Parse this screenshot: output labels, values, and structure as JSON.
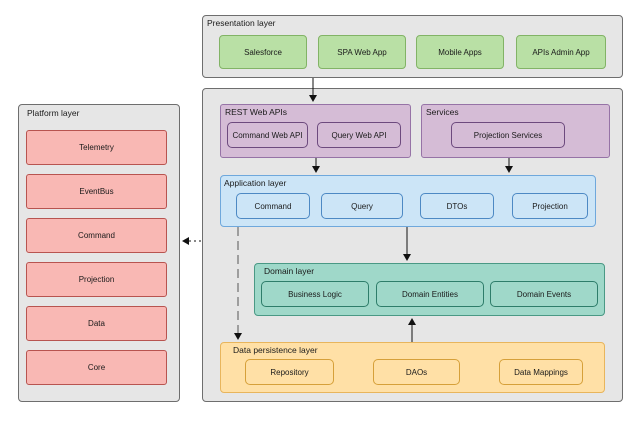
{
  "presentation": {
    "title": "Presentation layer",
    "items": [
      "Salesforce",
      "SPA Web App",
      "Mobile Apps",
      "APIs Admin App"
    ]
  },
  "platform": {
    "title": "Platform layer",
    "items": [
      "Telemetry",
      "EventBus",
      "Command",
      "Projection",
      "Data",
      "Core"
    ]
  },
  "rest_apis": {
    "title": "REST Web APIs",
    "items": [
      "Command Web API",
      "Query Web API"
    ]
  },
  "services": {
    "title": "Services",
    "items": [
      "Projection Services"
    ]
  },
  "application": {
    "title": "Application layer",
    "items": [
      "Command",
      "Query",
      "DTOs",
      "Projection"
    ]
  },
  "domain": {
    "title": "Domain layer",
    "items": [
      "Business Logic",
      "Domain Entities",
      "Domain Events"
    ]
  },
  "persistence": {
    "title": "Data persistence layer",
    "items": [
      "Repository",
      "DAOs",
      "Data Mappings"
    ]
  },
  "colors": {
    "green": "#b9e0a5",
    "purple": "#d5bcd6",
    "blue": "#cce5f7",
    "teal": "#9fd8c9",
    "orange": "#ffe0a6",
    "red": "#f9b8b4",
    "layer_gray": "#e6e6e6"
  }
}
